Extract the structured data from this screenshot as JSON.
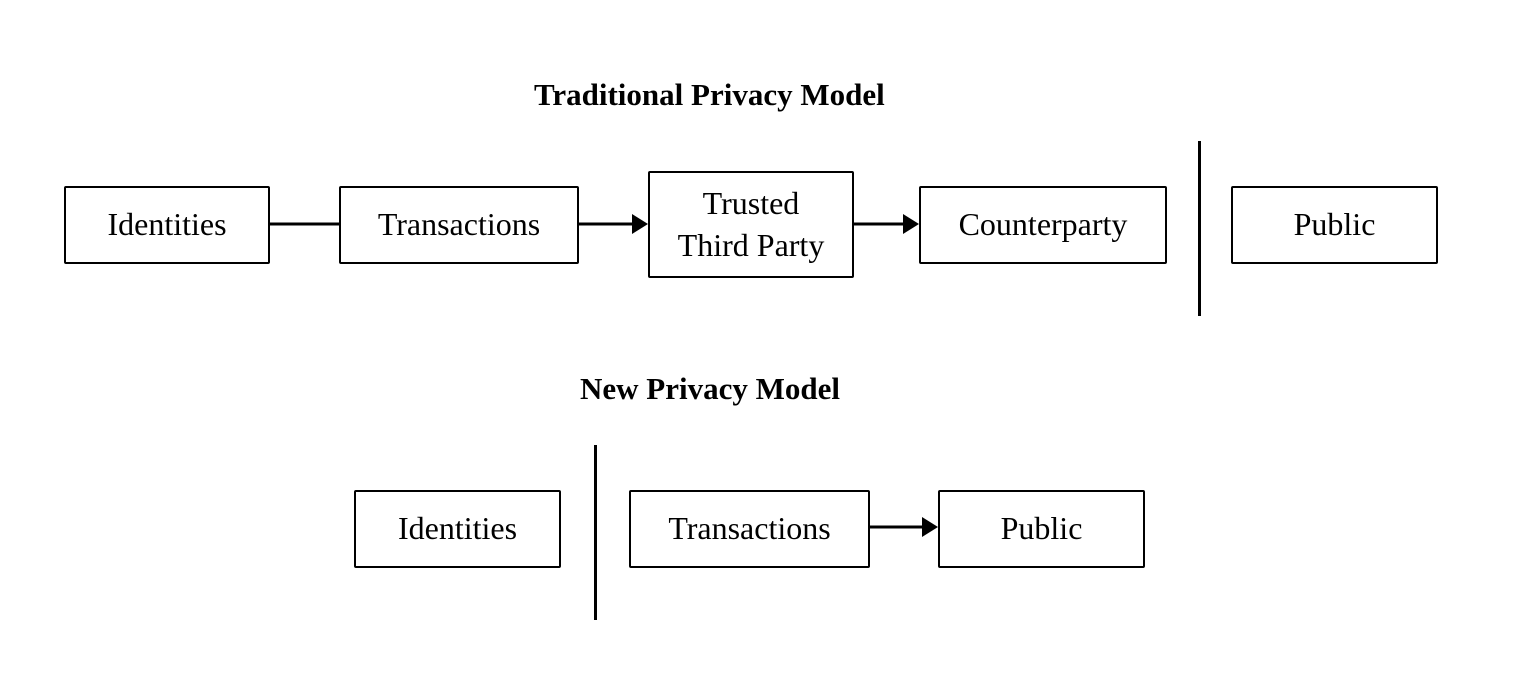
{
  "traditional": {
    "title": "Traditional Privacy Model",
    "nodes": {
      "identities": "Identities",
      "transactions": "Transactions",
      "trusted_third_party": "Trusted\nThird Party",
      "counterparty": "Counterparty",
      "public": "Public"
    }
  },
  "new_model": {
    "title": "New Privacy Model",
    "nodes": {
      "identities": "Identities",
      "transactions": "Transactions",
      "public": "Public"
    }
  }
}
